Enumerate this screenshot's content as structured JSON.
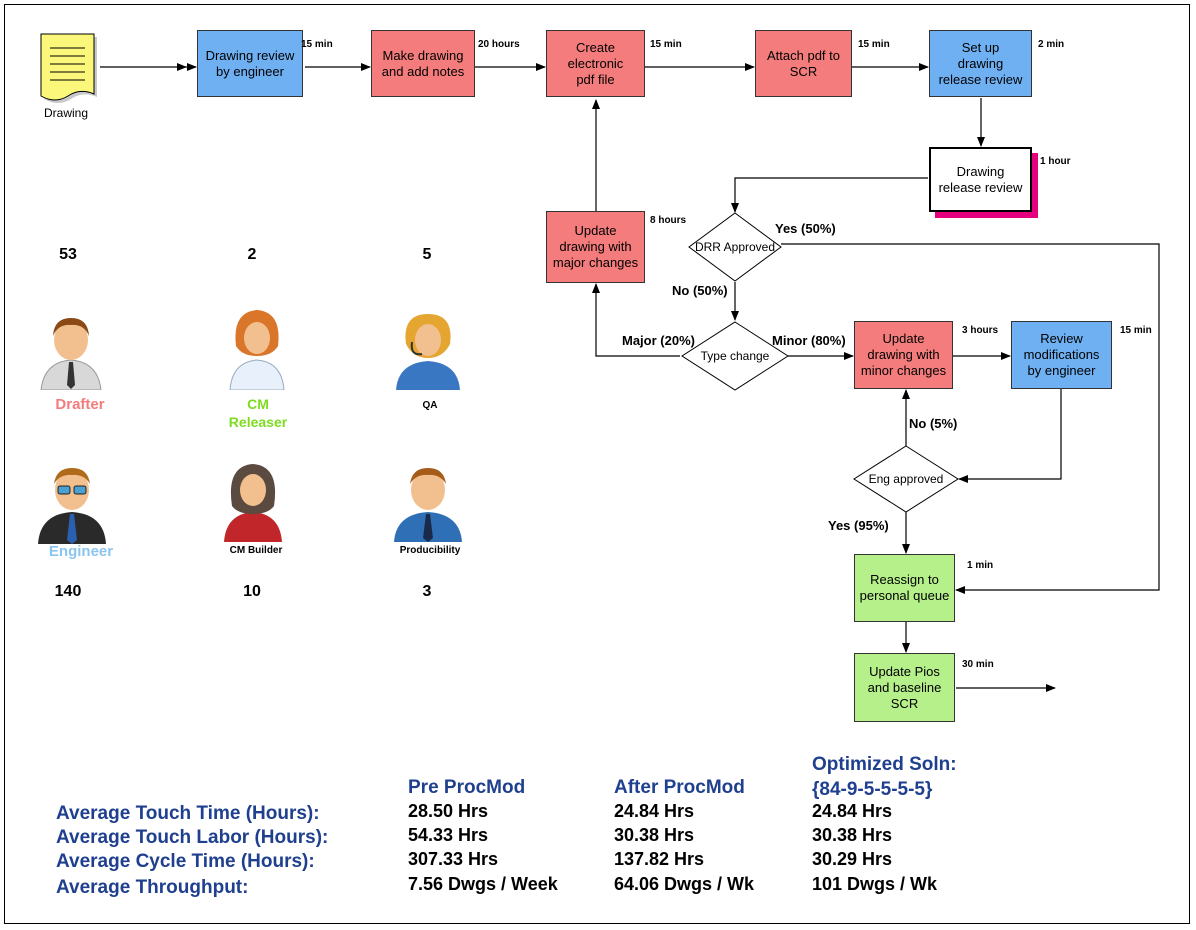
{
  "drawing_doc": {
    "label": "Drawing"
  },
  "process": [
    {
      "id": "p1",
      "text": "Drawing review\nby engineer",
      "time": "15 min"
    },
    {
      "id": "p2",
      "text": "Make drawing\nand add notes",
      "time": "20 hours"
    },
    {
      "id": "p3",
      "text": "Create\nelectronic\npdf file",
      "time": "15 min"
    },
    {
      "id": "p4",
      "text": "Attach pdf to\nSCR",
      "time": "15 min"
    },
    {
      "id": "p5",
      "text": "Set up\ndrawing\nrelease review",
      "time": "2 min"
    },
    {
      "id": "p6",
      "text": "Drawing\nrelease review",
      "time": "1 hour"
    },
    {
      "id": "p7",
      "text": "Update\ndrawing with\nmajor changes",
      "time": "8 hours"
    },
    {
      "id": "p8",
      "text": "Update\ndrawing with\nminor changes",
      "time": "3 hours"
    },
    {
      "id": "p9",
      "text": "Review\nmodifications\nby engineer",
      "time": "15 min"
    },
    {
      "id": "p10",
      "text": "Reassign to\npersonal queue",
      "time": "1 min"
    },
    {
      "id": "p11",
      "text": "Update Pios\nand baseline\nSCR",
      "time": "30 min"
    }
  ],
  "decisions": {
    "drr": "DRR Approved",
    "type": "Type change",
    "eng": "Eng approved"
  },
  "branches": {
    "yes50": "Yes (50%)",
    "no50": "No (50%)",
    "major": "Major (20%)",
    "minor": "Minor (80%)",
    "no5": "No (5%)",
    "yes95": "Yes (95%)"
  },
  "resources": [
    {
      "name": "Drafter",
      "count": "53",
      "color": "#f47c7c"
    },
    {
      "name": "CM\nReleaser",
      "count": "2",
      "color": "#7ddc1f"
    },
    {
      "name": "QA",
      "count": "5",
      "color": "#000000"
    },
    {
      "name": "Engineer",
      "count": "140",
      "color": "#8cc4f0"
    },
    {
      "name": "CM Builder",
      "count": "10",
      "color": "#000000"
    },
    {
      "name": "Producibility",
      "count": "3",
      "color": "#000000"
    }
  ],
  "summary": {
    "headers": [
      "Pre ProcMod",
      "After ProcMod",
      "Optimized Soln:\n{84-9-5-5-5-5}"
    ],
    "rows": [
      {
        "label": "Average Touch Time (Hours):",
        "values": [
          "28.50 Hrs",
          "24.84 Hrs",
          "24.84 Hrs"
        ]
      },
      {
        "label": "Average Touch Labor (Hours):",
        "values": [
          "54.33 Hrs",
          "30.38 Hrs",
          "30.38 Hrs"
        ]
      },
      {
        "label": "Average Cycle Time (Hours):",
        "values": [
          "307.33 Hrs",
          "137.82 Hrs",
          "30.29 Hrs"
        ]
      },
      {
        "label": "Average Throughput:",
        "values": [
          "7.56 Dwgs / Week",
          "64.06 Dwgs / Wk",
          "101 Dwgs / Wk"
        ]
      }
    ]
  },
  "colors": {
    "engineering_review": "#6fb0f2",
    "drafting_work": "#f47c7c",
    "cm_work": "#b6f08a",
    "metric_blue": "#1f3f8f",
    "review_shadow": "#e6007e"
  }
}
